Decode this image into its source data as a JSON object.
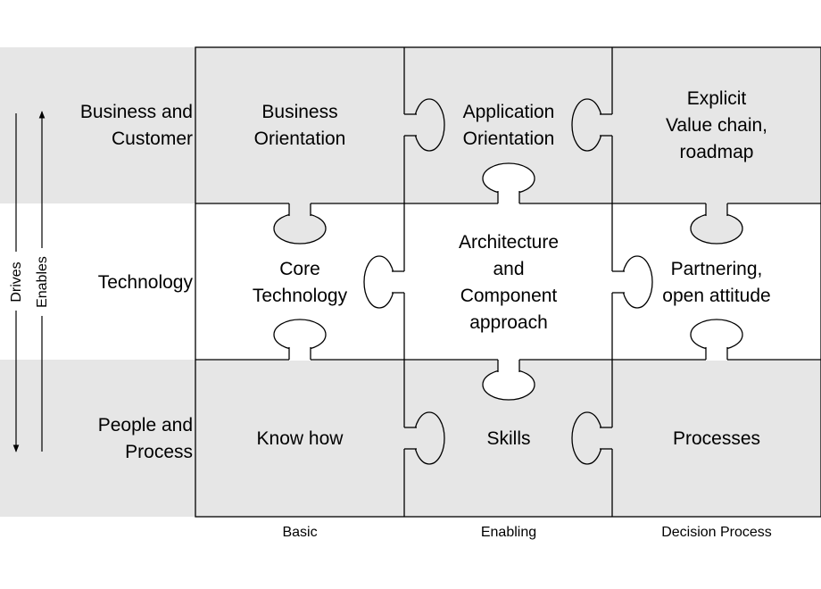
{
  "colors": {
    "band_shaded": "#e6e6e6",
    "band_white": "#ffffff",
    "line": "#000000"
  },
  "axis": {
    "drives": "Drives",
    "enables": "Enables"
  },
  "rows": [
    {
      "label_lines": [
        "Business and",
        "Customer"
      ],
      "shaded": true
    },
    {
      "label_lines": [
        "Technology"
      ],
      "shaded": false
    },
    {
      "label_lines": [
        "People and",
        "Process"
      ],
      "shaded": true
    }
  ],
  "columns": [
    "Basic",
    "Enabling",
    "Decision Process"
  ],
  "pieces": [
    [
      {
        "lines": [
          "Business",
          "Orientation"
        ]
      },
      {
        "lines": [
          "Application",
          "Orientation"
        ]
      },
      {
        "lines": [
          "Explicit",
          "Value chain,",
          "roadmap"
        ]
      }
    ],
    [
      {
        "lines": [
          "Core",
          "Technology"
        ]
      },
      {
        "lines": [
          "Architecture",
          "and",
          "Component",
          "approach"
        ]
      },
      {
        "lines": [
          "Partnering,",
          "open attitude"
        ]
      }
    ],
    [
      {
        "lines": [
          "Know how"
        ]
      },
      {
        "lines": [
          "Skills"
        ]
      },
      {
        "lines": [
          "Processes"
        ]
      }
    ]
  ]
}
